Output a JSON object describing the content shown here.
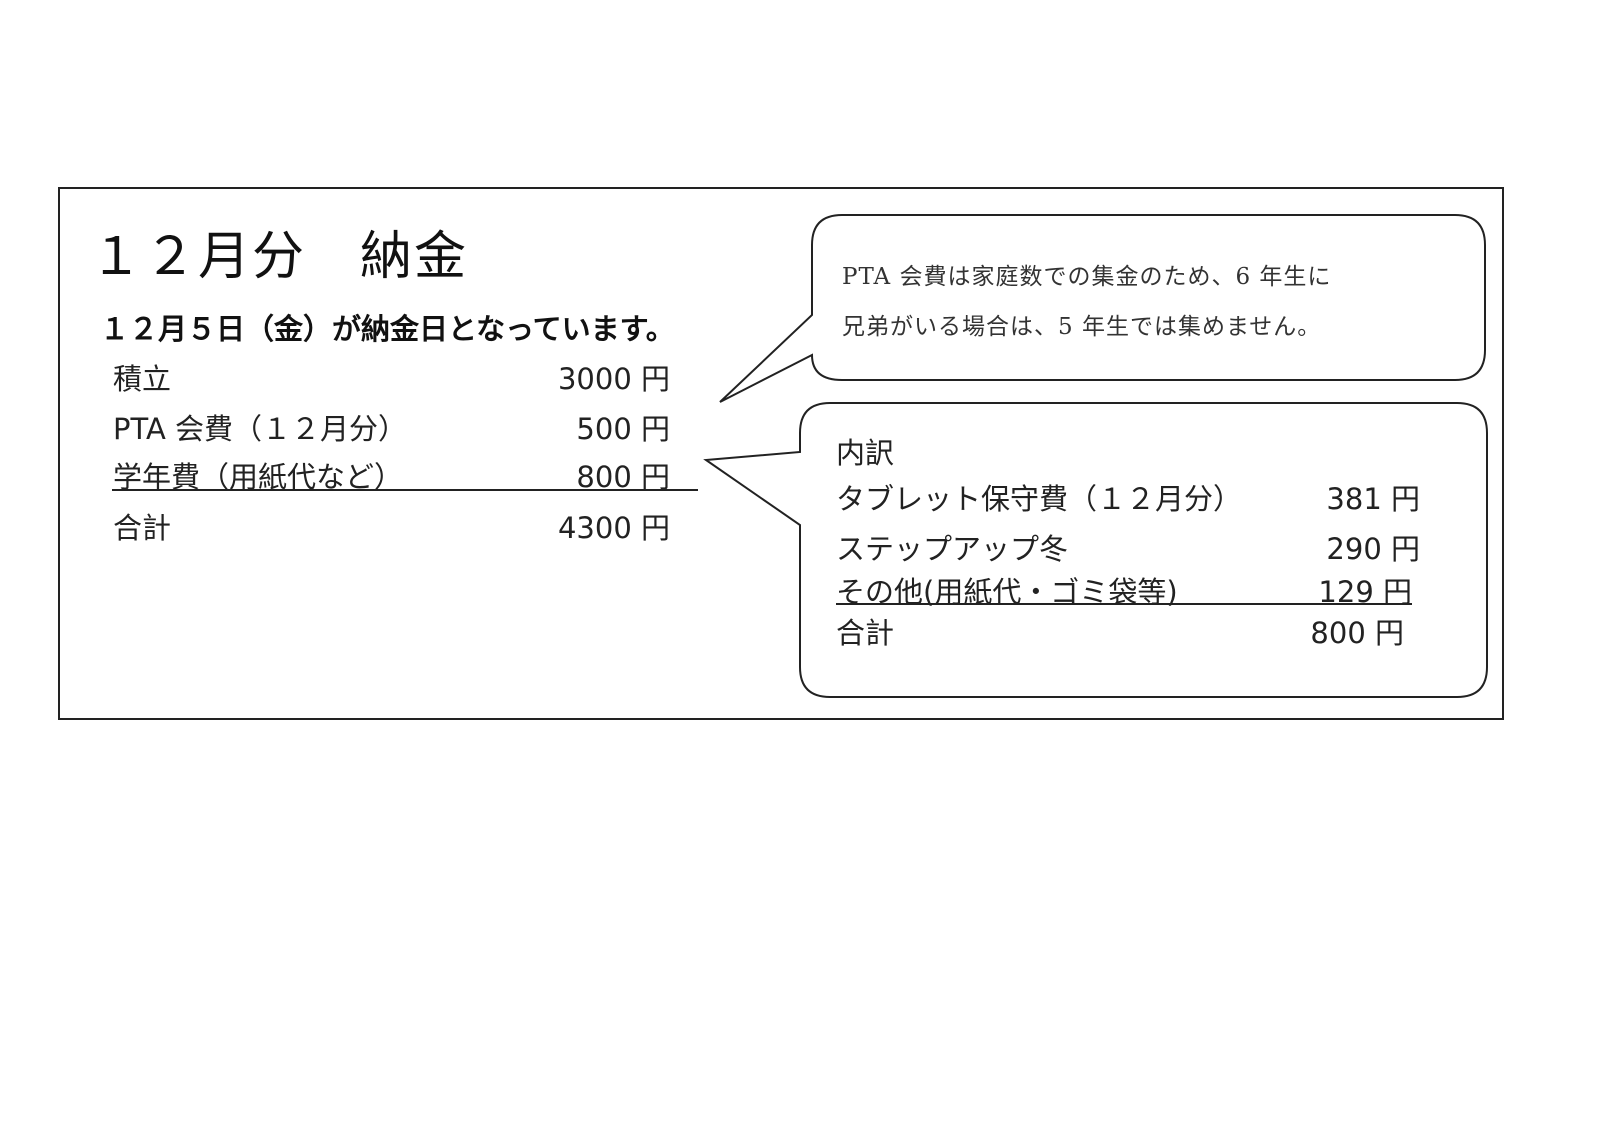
{
  "title": "１２月分　納金",
  "due_notice": "１２月５日（金）が納金日となっています。",
  "items": [
    {
      "label": "積立",
      "amount": "3000 円"
    },
    {
      "label": "PTA 会費（１２月分）",
      "amount": "500 円"
    },
    {
      "label": "学年費（用紙代など）",
      "amount": "800 円"
    }
  ],
  "total": {
    "label": "合計",
    "amount": "4300 円"
  },
  "pta_note": {
    "line1": "PTA 会費は家庭数での集金のため、6 年生に",
    "line2": "兄弟がいる場合は、5 年生では集めません。"
  },
  "breakdown": {
    "heading": "内訳",
    "items": [
      {
        "label": "タブレット保守費（１２月分）",
        "amount": "381 円"
      },
      {
        "label": "ステップアップ冬",
        "amount": "290 円"
      },
      {
        "label": "その他(用紙代・ゴミ袋等)",
        "amount": "129 円"
      }
    ],
    "total": {
      "label": "合計",
      "amount": "800 円"
    }
  }
}
